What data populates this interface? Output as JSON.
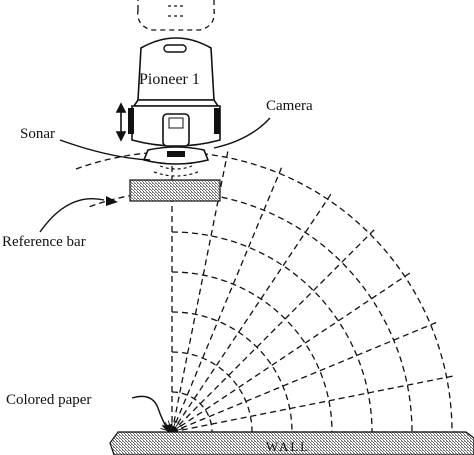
{
  "labels": {
    "robot_name": "Pioneer 1",
    "camera": "Camera",
    "sonar": "Sonar",
    "reference_bar": "Reference bar",
    "colored_paper": "Colored paper",
    "wall": "WALL"
  },
  "colors": {
    "ink": "#111111",
    "hatch": "#6f6f6f",
    "background": "#ffffff"
  }
}
